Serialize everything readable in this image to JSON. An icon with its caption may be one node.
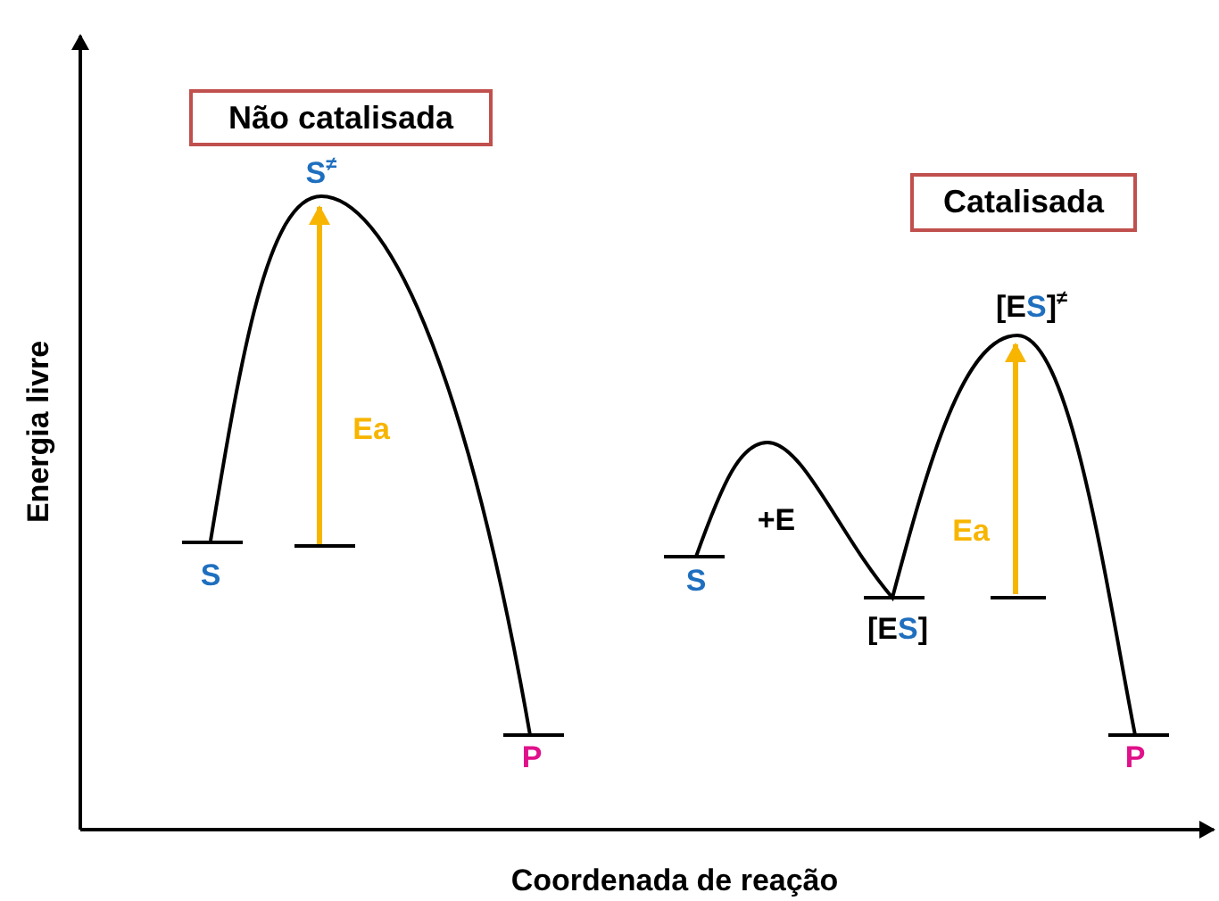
{
  "diagram": {
    "nodes": [
      {
        "text": [
          "Não catalisada"
        ]
      },
      {
        "text": [
          "Catalisada"
        ]
      }
    ],
    "labels": [
      "S$^{≠}$",
      "Ea",
      "S",
      "P",
      "[ES]$^{≠}$",
      "+E",
      "Ea",
      "S",
      "[ES]",
      "P",
      "Energia  livre",
      "Coordenada de reação"
    ]
  }
}
